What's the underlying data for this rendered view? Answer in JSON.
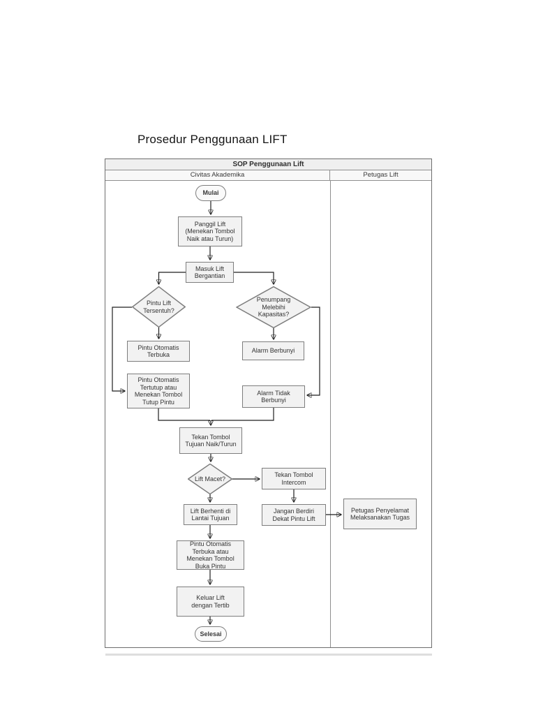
{
  "title": "Prosedur Penggunaan LIFT",
  "table": {
    "header": "SOP Penggunaan Lift",
    "lanes": {
      "left": "Civitas Akademika",
      "right": "Petugas Lift"
    }
  },
  "nodes": {
    "start": "Mulai",
    "panggil_lift": "Panggil Lift\n(Menekan Tombol\nNaik atau Turun)",
    "masuk_lift": "Masuk Lift\nBergantian",
    "pintu_tersentuh": "Pintu Lift\nTersentuh?",
    "penumpang_melebihi": "Penumpang\nMelebihi\nKapasitas?",
    "pintu_terbuka": "Pintu Otomatis\nTerbuka",
    "alarm_berbunyi": "Alarm Berbunyi",
    "pintu_tertutup": "Pintu Otomatis\nTertutup atau\nMenekan Tombol\nTutup Pintu",
    "alarm_tidak_berbunyi": "Alarm Tidak\nBerbunyi",
    "tekan_tujuan": "Tekan Tombol\nTujuan Naik/Turun",
    "lift_macet": "Lift Macet?",
    "tekan_intercom": "Tekan Tombol\nIntercom",
    "lift_berhenti": "Lift Berhenti di\nLantai Tujuan",
    "jangan_berdiri": "Jangan Berdiri\nDekat Pintu Lift",
    "petugas_penyelamat": "Petugas Penyelamat\nMelaksanakan Tugas",
    "pintu_terbuka_akhir": "Pintu Otomatis\nTerbuka atau\nMenekan Tombol\nBuka Pintu",
    "keluar_lift": "Keluar Lift\ndengan Tertib",
    "end": "Selesai"
  },
  "colors": {
    "node_fill": "#f2f2f2",
    "node_border": "#7d7d7d",
    "arrow": "#1f1f1f",
    "text": "#333333"
  }
}
